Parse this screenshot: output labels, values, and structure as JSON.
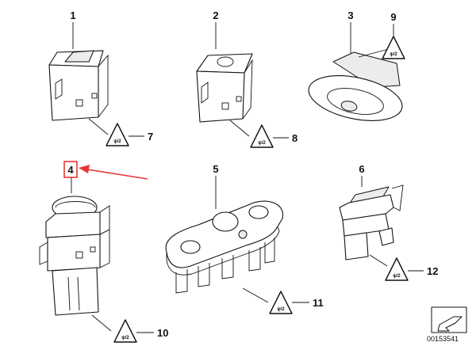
{
  "callouts": {
    "c1": "1",
    "c2": "2",
    "c3": "3",
    "c4": "4",
    "c5": "5",
    "c6": "6",
    "c7": "7",
    "c8": "8",
    "c9": "9",
    "c10": "10",
    "c11": "11",
    "c12": "12"
  },
  "triangle_label": "ψ/2",
  "reference_number": "00153541",
  "colors": {
    "highlight": "#e53935",
    "line": "#111111"
  }
}
